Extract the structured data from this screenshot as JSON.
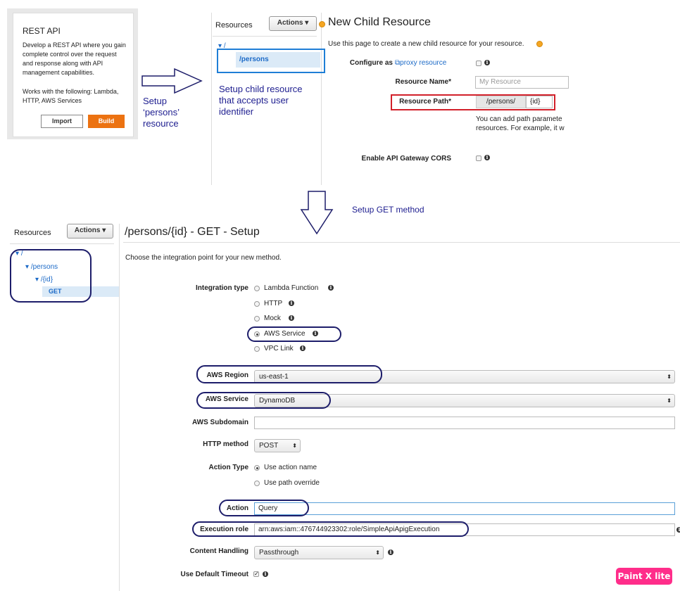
{
  "card": {
    "title": "REST API",
    "description": "Develop a REST API where you gain complete control over the request and response along with API management capabilities.",
    "works_with": "Works with the following: Lambda, HTTP, AWS Services",
    "import_label": "Import",
    "build_label": "Build"
  },
  "notes": {
    "setup_persons": "Setup ‘persons’ resource",
    "setup_child": "Setup child resource that accepts user identifier",
    "setup_get": "Setup GET method"
  },
  "top_panel": {
    "resources_label": "Resources",
    "actions_label": "Actions",
    "tree_root": "/",
    "tree_persons": "/persons",
    "title": "New Child Resource",
    "intro": "Use this page to create a new child resource for your resource.",
    "configure_label": "Configure as",
    "proxy_link": "proxy resource",
    "resource_name_label": "Resource Name*",
    "resource_name_placeholder": "My Resource",
    "resource_path_label": "Resource Path*",
    "path_prefix": "/persons/",
    "path_value": "{id}",
    "path_help_1": "You can add path paramete",
    "path_help_2": "resources. For example, it w",
    "cors_label": "Enable API Gateway CORS"
  },
  "bottom_panel": {
    "resources_label": "Resources",
    "actions_label": "Actions",
    "tree_root": "/",
    "tree_persons": "/persons",
    "tree_id": "/{id}",
    "tree_get": "GET",
    "title": "/persons/{id} - GET - Setup",
    "intro": "Choose the integration point for your new method.",
    "integration_type_label": "Integration type",
    "integration_options": [
      "Lambda Function",
      "HTTP",
      "Mock",
      "AWS Service",
      "VPC Link"
    ],
    "aws_region_label": "AWS Region",
    "aws_region_value": "us-east-1",
    "aws_service_label": "AWS Service",
    "aws_service_value": "DynamoDB",
    "aws_subdomain_label": "AWS Subdomain",
    "http_method_label": "HTTP method",
    "http_method_value": "POST",
    "action_type_label": "Action Type",
    "action_type_options": [
      "Use action name",
      "Use path override"
    ],
    "action_label": "Action",
    "action_value": "Query",
    "execution_role_label": "Execution role",
    "execution_role_value": "arn:aws:iam::476744923302:role/SimpleApiApigExecution",
    "content_handling_label": "Content Handling",
    "content_handling_value": "Passthrough",
    "default_timeout_label": "Use Default Timeout"
  },
  "watermark": "Paint X lite",
  "colors": {
    "accent": "#ec7211",
    "link": "#1c6ac7",
    "annotation": "#1d1d8f"
  }
}
